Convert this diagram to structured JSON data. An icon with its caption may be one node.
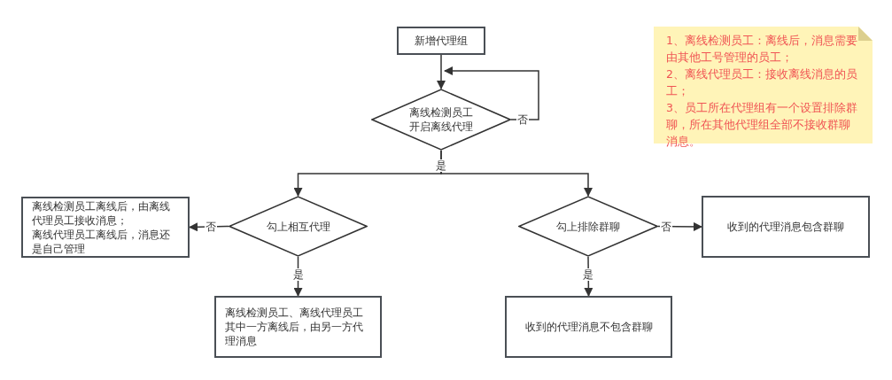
{
  "diagram": {
    "nodes": [
      {
        "text": [
          "新增代理组"
        ]
      },
      {
        "text": [
          "离线检测员工开启离线代理"
        ]
      },
      {
        "text": [
          "勾上相互代理"
        ]
      },
      {
        "text": [
          "离线检测员工离线后，由离线代理员工接收消息；",
          "离线代理员工离线后，消息还是自己管理"
        ]
      },
      {
        "text": [
          "离线检测员工、离线代理员工其中一方离线后，由另一方代理消息"
        ]
      },
      {
        "text": [
          "勾上排除群聊"
        ]
      },
      {
        "text": [
          "收到的代理消息包含群聊"
        ]
      },
      {
        "text": [
          "收到的代理消息不包含群聊"
        ]
      },
      {
        "text": [
          "1、离线检测员工：离线后，消息需要由其他工号管理的员工；",
          "2、离线代理员工：接收离线消息的员工；",
          "3、员工所在代理组有一个设置排除群聊，所在其他代理组全部不接收群聊消息。"
        ]
      }
    ],
    "edges": [
      {
        "from": 0,
        "to": 1,
        "arrow": "to"
      },
      {
        "from": 1,
        "to": 1,
        "arrow": "to",
        "label": "否"
      },
      {
        "from": 1,
        "to": 2,
        "arrow": "to",
        "label": "是"
      },
      {
        "from": 1,
        "to": 5,
        "arrow": "to"
      },
      {
        "from": 2,
        "to": 3,
        "arrow": "to",
        "label": "否"
      },
      {
        "from": 2,
        "to": 4,
        "arrow": "to",
        "label": "是"
      },
      {
        "from": 5,
        "to": 6,
        "arrow": "to",
        "label": "否"
      },
      {
        "from": 5,
        "to": 7,
        "arrow": "to",
        "label": "是"
      }
    ]
  }
}
